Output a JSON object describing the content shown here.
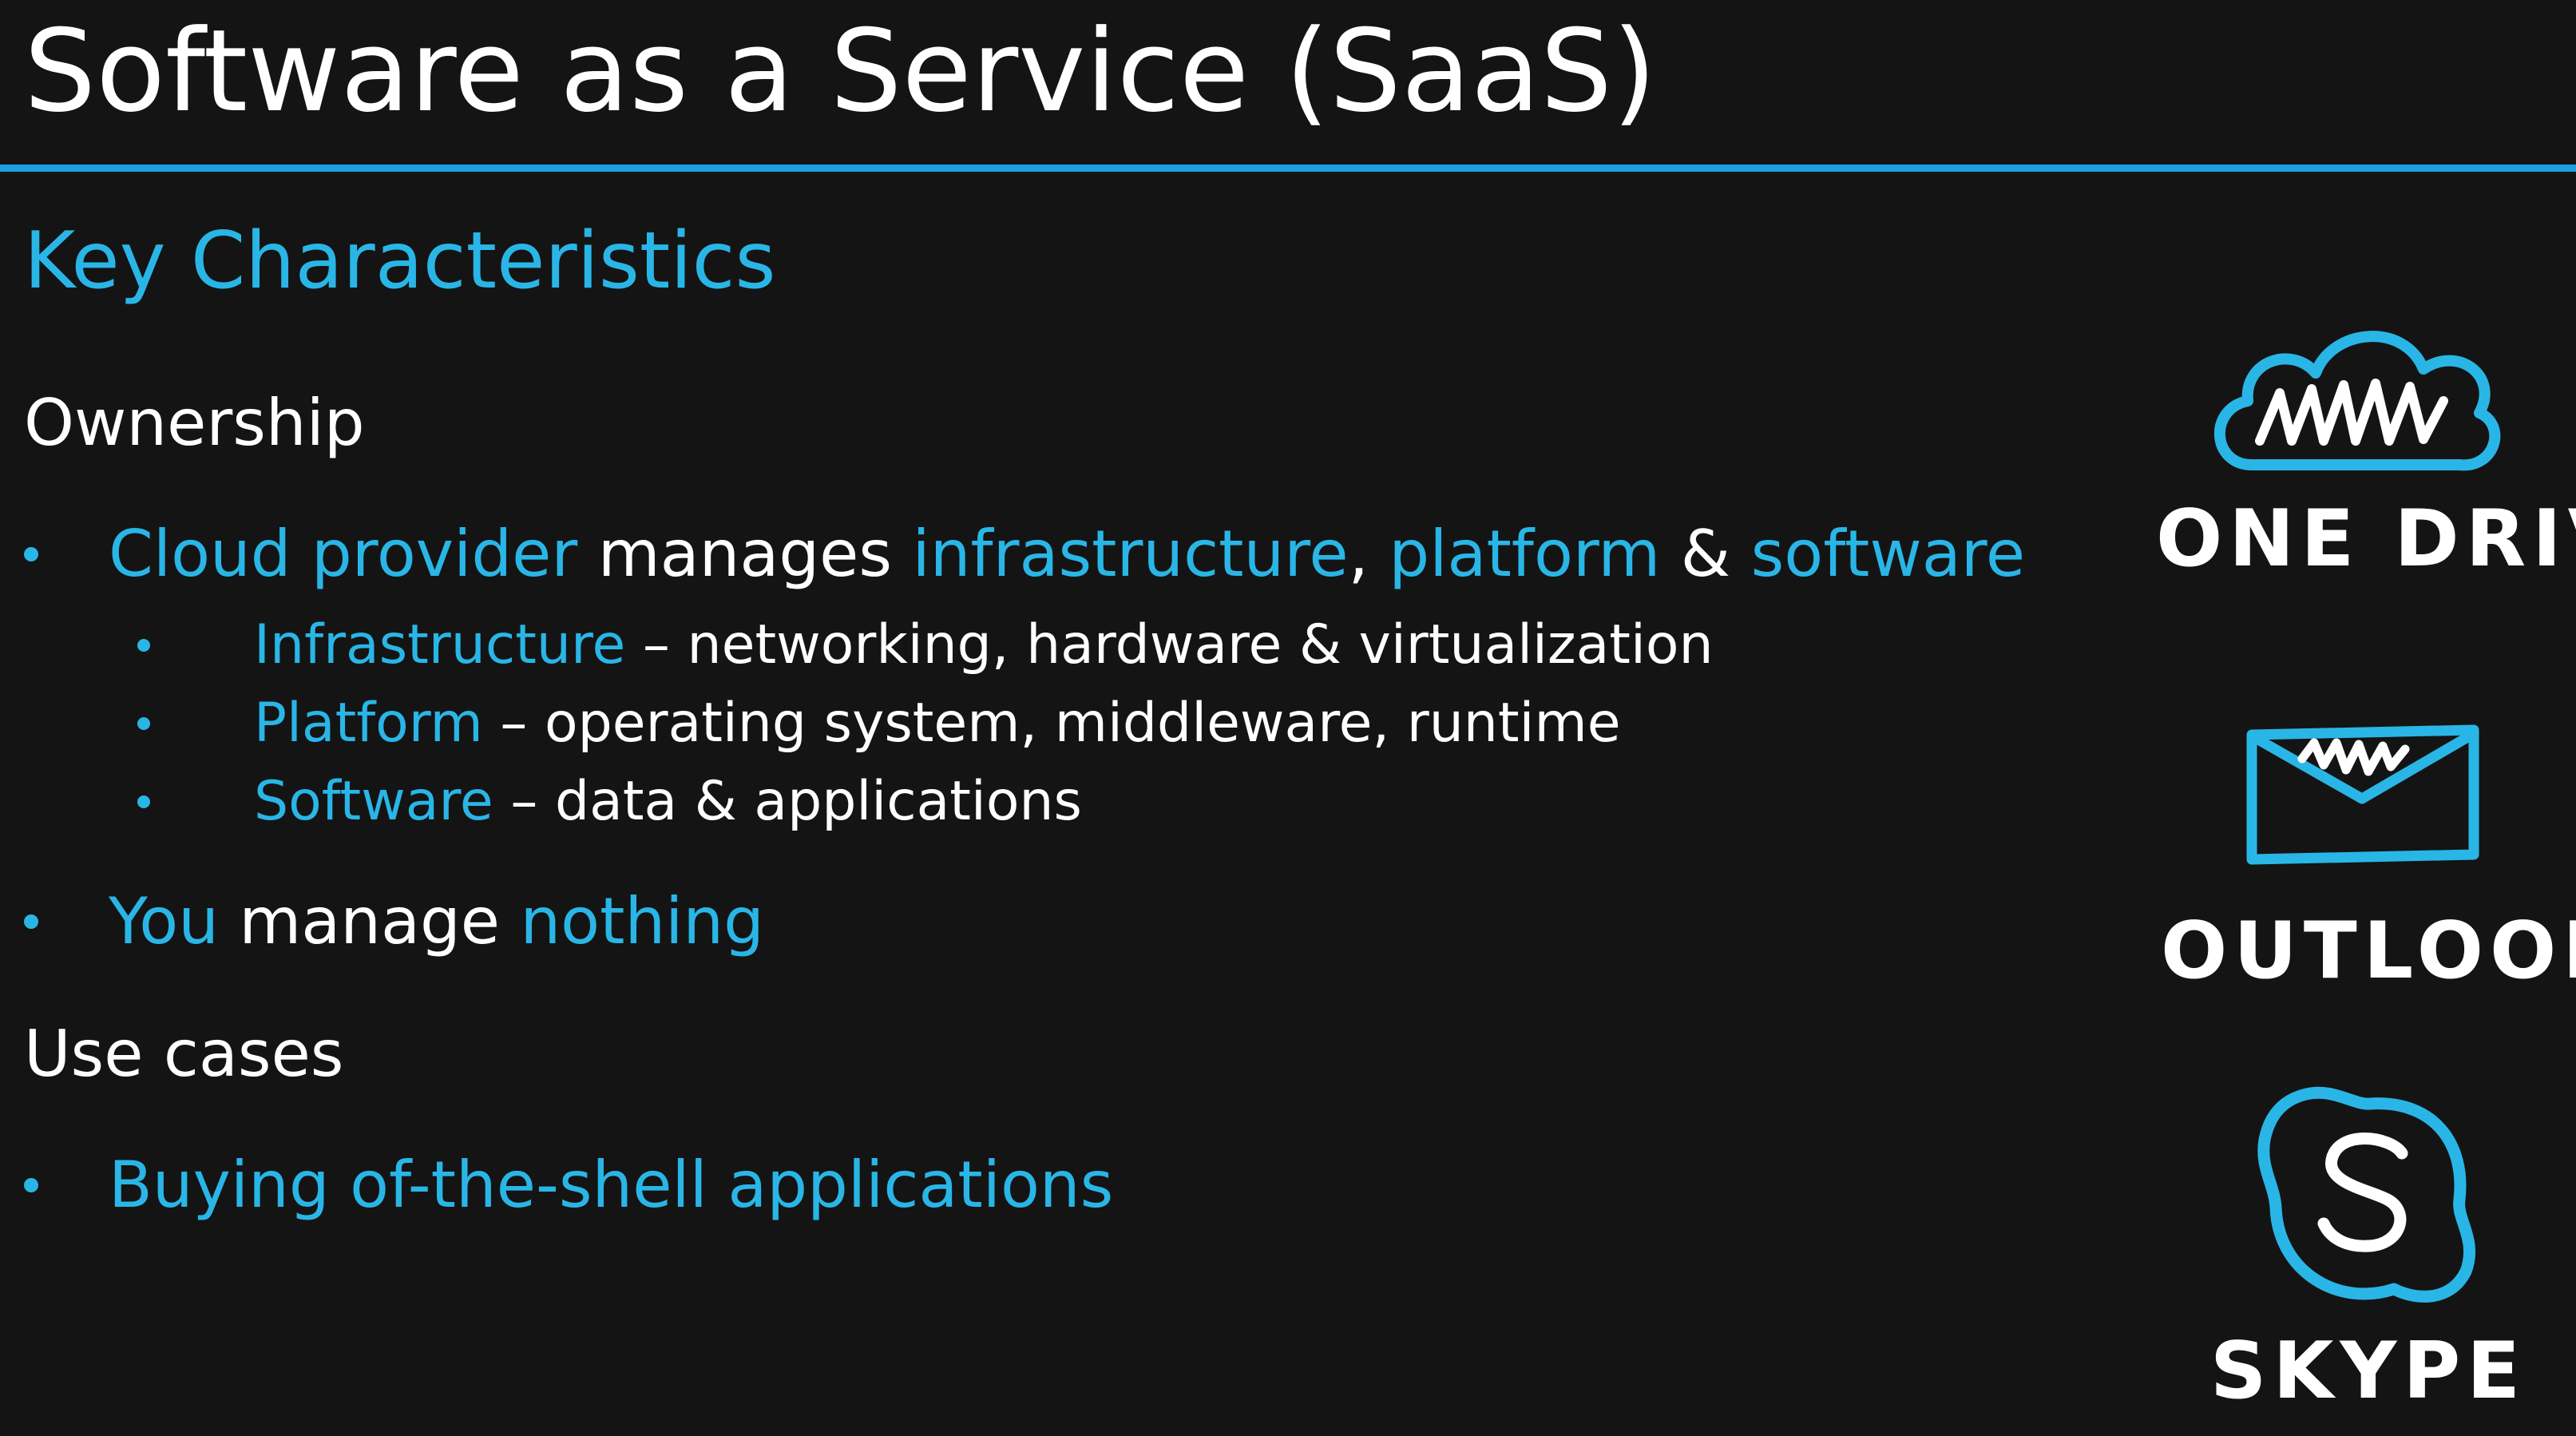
{
  "slide": {
    "title": "Software as a Service (SaaS)",
    "subtitle": "Key Characteristics",
    "accent_color": "#29b6e6",
    "rule_color": "#1ba1e2",
    "background_color": "#141414"
  },
  "ownership": {
    "heading": "Ownership",
    "bullet1": {
      "p1": "Cloud provider",
      "p2": " manages ",
      "p3": "infrastructure",
      "p4": ", ",
      "p5": "platform",
      "p6": " & ",
      "p7": "software"
    },
    "sub1": {
      "term": "Infrastructure",
      "rest": " – networking, hardware & virtualization"
    },
    "sub2": {
      "term": "Platform",
      "rest": " – operating system, middleware, runtime"
    },
    "sub3": {
      "term": "Software",
      "rest": " – data & applications"
    },
    "bullet2": {
      "p1": "You",
      "p2": " manage ",
      "p3": "nothing"
    }
  },
  "use_cases": {
    "heading": "Use cases",
    "bullet1": "Buying of-the-shell applications"
  },
  "logos": {
    "onedrive": {
      "label": "ONE DRIVE",
      "icon": "cloud-icon"
    },
    "outlook": {
      "label": "OUTLOOK",
      "icon": "envelope-icon"
    },
    "skype": {
      "label": "SKYPE",
      "icon": "skype-icon"
    }
  }
}
